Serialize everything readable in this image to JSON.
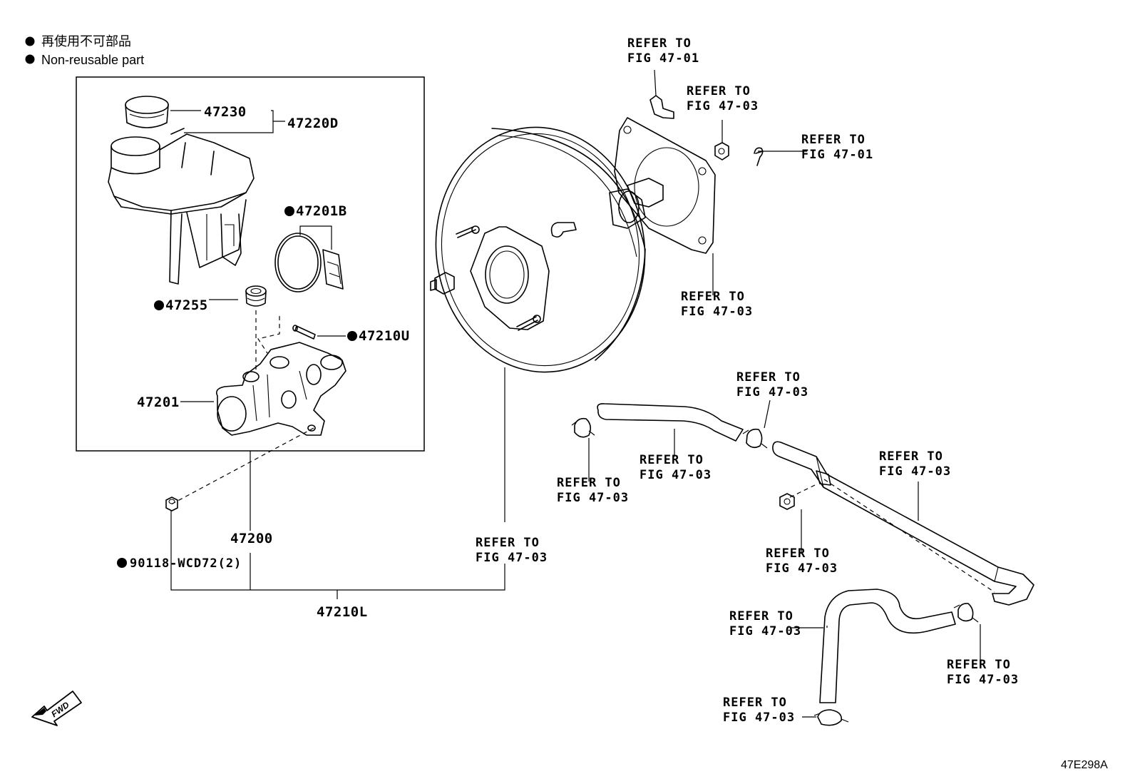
{
  "legend": {
    "line_ja": "再使用不可部品",
    "line_en": "Non-reusable part"
  },
  "parts": {
    "p47230": "47230",
    "p47220D": "47220D",
    "p47201B": "47201B",
    "p47255": "47255",
    "p47210U": "47210U",
    "p47201": "47201",
    "p47200": "47200",
    "p90118": "90118-WCD72(2)",
    "p47210L": "47210L"
  },
  "refs": {
    "ref_a": [
      "REFER TO",
      "FIG 47-01"
    ],
    "ref_b": [
      "REFER TO",
      "FIG 47-03"
    ],
    "ref_c": [
      "REFER TO",
      "FIG 47-01"
    ],
    "ref_d": [
      "REFER TO",
      "FIG 47-03"
    ],
    "ref_e": [
      "REFER TO",
      "FIG 47-03"
    ],
    "ref_f": [
      "REFER TO",
      "FIG 47-03"
    ],
    "ref_g": [
      "REFER TO",
      "FIG 47-03"
    ],
    "ref_h": [
      "REFER TO",
      "FIG 47-03"
    ],
    "ref_i": [
      "REFER TO",
      "FIG 47-03"
    ],
    "ref_j": [
      "REFER TO",
      "FIG 47-03"
    ],
    "ref_k": [
      "REFER TO",
      "FIG 47-03"
    ],
    "ref_l": [
      "REFER TO",
      "FIG 47-03"
    ],
    "ref_m": [
      "REFER TO",
      "FIG 47-03"
    ]
  },
  "fwd_label": "FWD",
  "figure_code": "47E298A"
}
